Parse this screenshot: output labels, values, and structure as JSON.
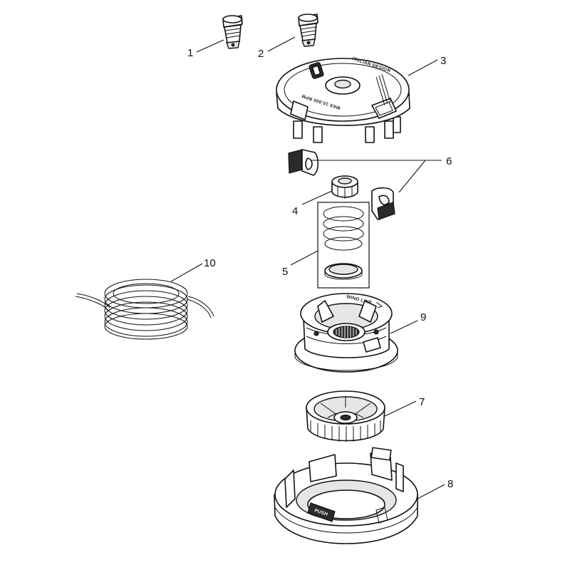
{
  "callouts": {
    "c1": "1",
    "c2": "2",
    "c3": "3",
    "c4": "4",
    "c5": "5",
    "c6": "6",
    "c7": "7",
    "c8": "8",
    "c9": "9",
    "c10": "10"
  },
  "embossed_text": {
    "design": "ITALIAN DESIGN",
    "max_rpm": "MAX 10.000 RPM",
    "wind_line": "WIND LINE",
    "push": "PUSH"
  },
  "icons": [
    "spool-arrow-icon",
    "push-button-icon"
  ],
  "colors": {
    "line": "#111111",
    "fill": "#ffffff",
    "shade": "#e6e6e6"
  }
}
